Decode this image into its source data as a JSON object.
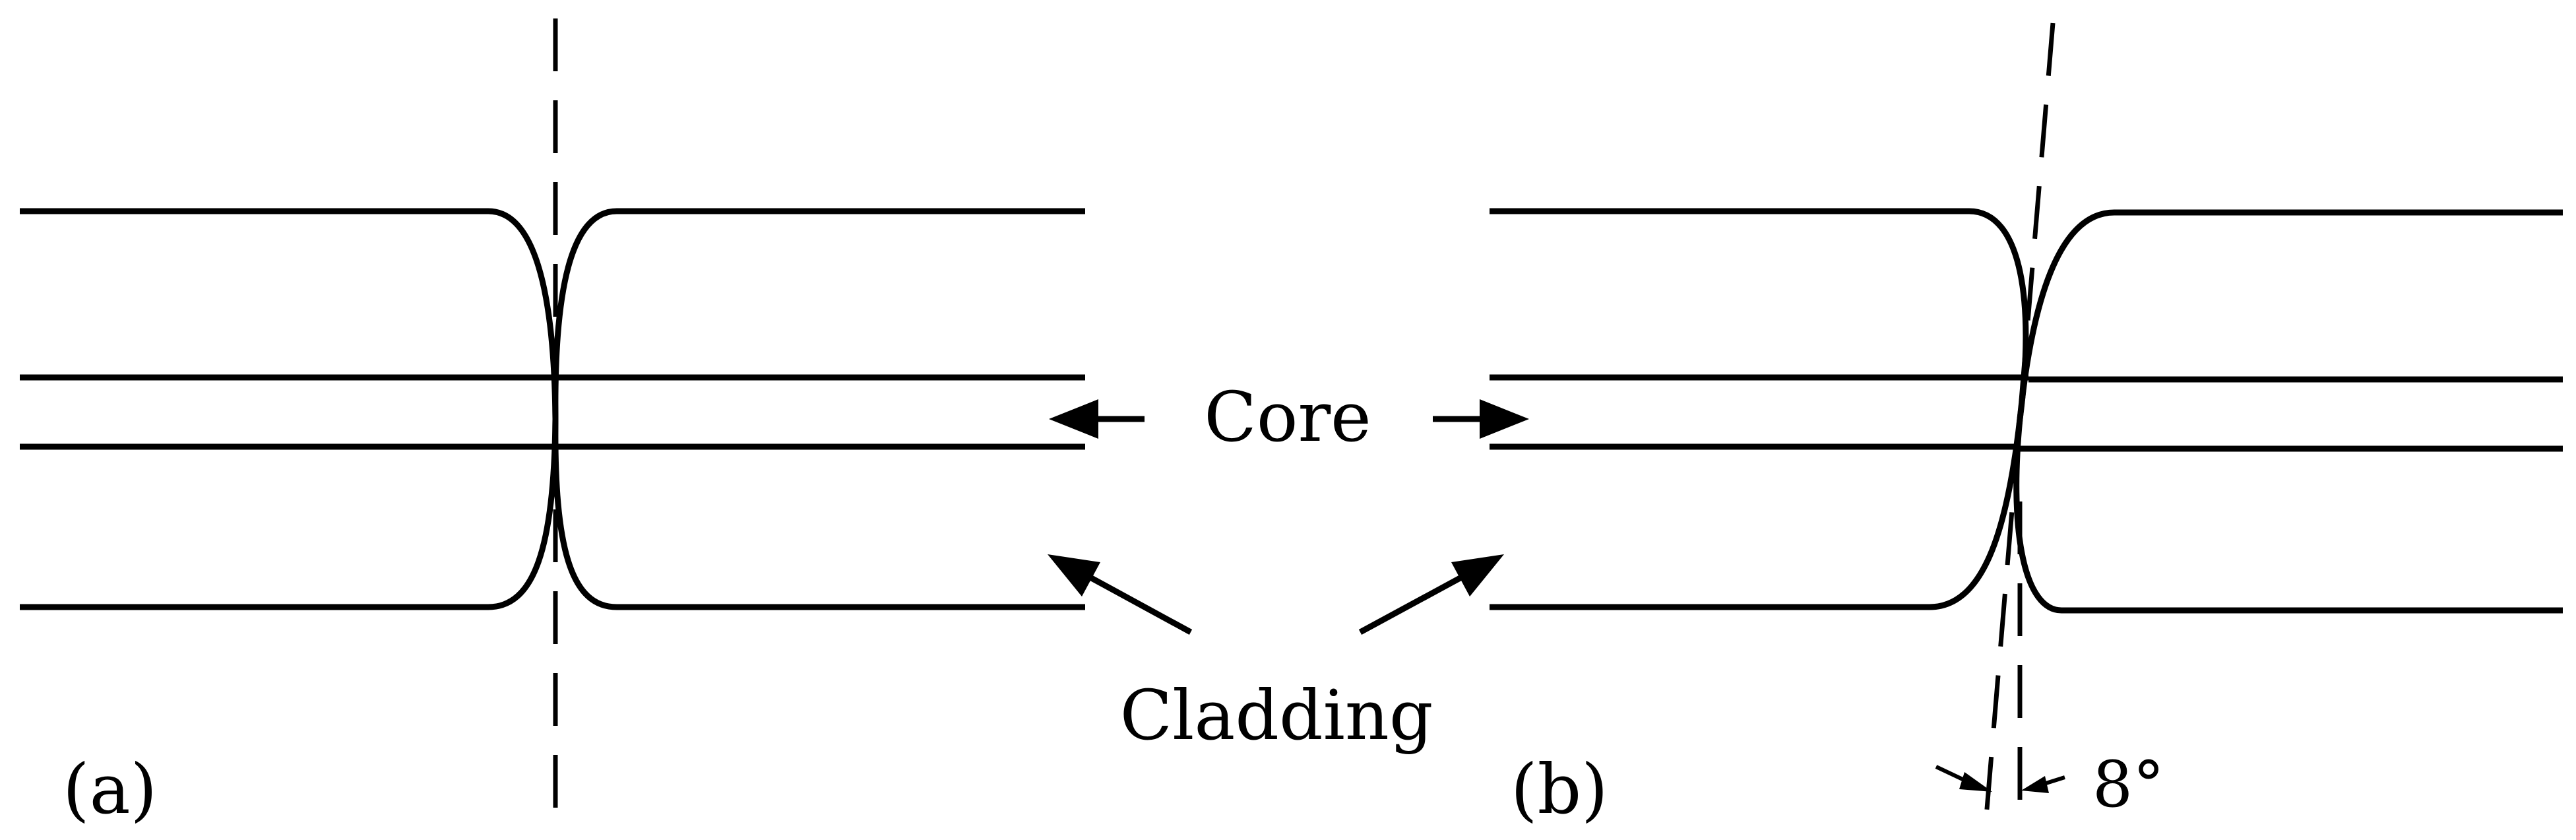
{
  "labels": {
    "panel_a": "(a)",
    "panel_b": "(b)",
    "core": "Core",
    "cladding": "Cladding",
    "angle": "8°"
  },
  "colors": {
    "stroke": "#000000",
    "background": "#ffffff"
  }
}
